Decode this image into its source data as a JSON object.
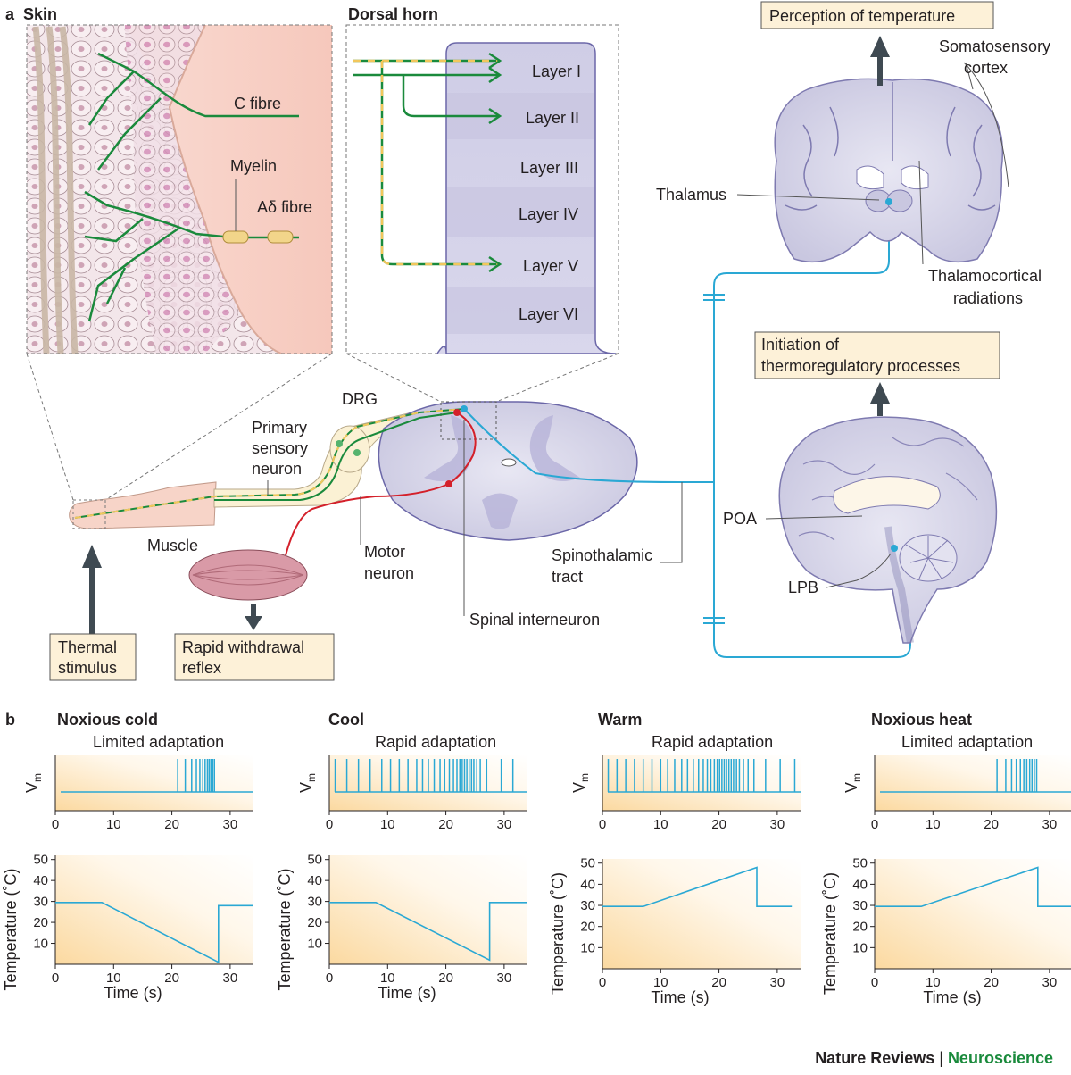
{
  "panel_a": {
    "letter": "a",
    "skin_title": "Skin",
    "dorsal_horn_title": "Dorsal horn",
    "c_fibre": "C fibre",
    "myelin": "Myelin",
    "adelta_fibre": "Aδ fibre",
    "layers": [
      "Layer I",
      "Layer II",
      "Layer III",
      "Layer IV",
      "Layer V",
      "Layer VI"
    ],
    "drg": "DRG",
    "primary_sensory_neuron": [
      "Primary",
      "sensory",
      "neuron"
    ],
    "muscle": "Muscle",
    "motor_neuron": [
      "Motor",
      "neuron"
    ],
    "spinal_interneuron": "Spinal interneuron",
    "spinothalamic_tract": [
      "Spinothalamic",
      "tract"
    ],
    "thermal_stimulus": [
      "Thermal",
      "stimulus"
    ],
    "withdrawal_reflex": [
      "Rapid withdrawal",
      "reflex"
    ],
    "perception": "Perception of temperature",
    "somatosensory_cortex": [
      "Somatosensory",
      "cortex"
    ],
    "thalamus": "Thalamus",
    "thalamocortical": [
      "Thalamocortical",
      "radiations"
    ],
    "initiation": [
      "Initiation of",
      "thermoregulatory processes"
    ],
    "poa": "POA",
    "lpb": "LPB",
    "colors": {
      "green": "#1a8a3c",
      "red": "#d4202a",
      "blue": "#2aa8d4",
      "yellow": "#f2c75c",
      "tissue": "#d6d4ea",
      "box": "#fdf1d8"
    }
  },
  "panel_b": {
    "letter": "b",
    "vm_label": "V",
    "vm_sub": "m",
    "temp_label": "Temperature (˚C)",
    "time_label": "Time (s)"
  },
  "chart_data": [
    {
      "type": "line",
      "title": "Noxious cold",
      "subtitle": "Limited adaptation",
      "xlabel": "Time (s)",
      "ylabel": "Temperature (˚C)",
      "xticks": [
        0,
        10,
        20,
        30
      ],
      "yticks": [
        10,
        20,
        30,
        40,
        50
      ],
      "xlim": [
        0,
        34
      ],
      "ylim": [
        0,
        52
      ],
      "x": [
        0,
        8,
        28,
        28,
        34
      ],
      "y": [
        29.5,
        29.5,
        1,
        28,
        28
      ],
      "spike_times": [
        21,
        22.3,
        23.4,
        24.2,
        24.8,
        25.3,
        25.7,
        26.1,
        26.4,
        26.7,
        27,
        27.3
      ]
    },
    {
      "type": "line",
      "title": "Cool",
      "subtitle": "Rapid adaptation",
      "xlabel": "Time (s)",
      "ylabel": "Temperature (˚C)",
      "xticks": [
        0,
        10,
        20,
        30
      ],
      "yticks": [
        10,
        20,
        30,
        40,
        50
      ],
      "xlim": [
        0,
        34
      ],
      "ylim": [
        0,
        52
      ],
      "x": [
        0,
        8,
        27.5,
        27.5,
        34
      ],
      "y": [
        29.5,
        29.5,
        2,
        29.5,
        29.5
      ],
      "spike_times": [
        1,
        3,
        5,
        7,
        9,
        10.5,
        12,
        13.5,
        15,
        16,
        17,
        18,
        19,
        19.8,
        20.6,
        21.3,
        21.9,
        22.4,
        22.8,
        23.2,
        23.6,
        24,
        24.4,
        24.8,
        25.3,
        25.9,
        27,
        29.5,
        31.5
      ]
    },
    {
      "type": "line",
      "title": "Warm",
      "subtitle": "Rapid adaptation",
      "xlabel": "Time (s)",
      "ylabel": "Temperature (˚C)",
      "xticks": [
        0,
        10,
        20,
        30
      ],
      "yticks": [
        10,
        20,
        30,
        40,
        50
      ],
      "xlim": [
        0,
        34
      ],
      "ylim": [
        0,
        52
      ],
      "x": [
        0,
        7,
        26.5,
        26.5,
        32.5
      ],
      "y": [
        29.5,
        29.5,
        48,
        29.5,
        29.5
      ],
      "spike_times": [
        1,
        2.5,
        4,
        5.5,
        7,
        8.5,
        10,
        11.2,
        12.4,
        13.6,
        14.6,
        15.6,
        16.5,
        17.3,
        18,
        18.6,
        19.2,
        19.7,
        20.1,
        20.5,
        20.9,
        21.3,
        21.7,
        22.1,
        22.5,
        23,
        23.5,
        24.2,
        25,
        26,
        28,
        30.5,
        33
      ]
    },
    {
      "type": "line",
      "title": "Noxious heat",
      "subtitle": "Limited adaptation",
      "xlabel": "Time (s)",
      "ylabel": "Temperature (˚C)",
      "xticks": [
        0,
        10,
        20,
        30
      ],
      "yticks": [
        10,
        20,
        30,
        40,
        50
      ],
      "xlim": [
        0,
        34
      ],
      "ylim": [
        0,
        52
      ],
      "x": [
        0,
        8,
        28,
        28,
        34
      ],
      "y": [
        29.5,
        29.5,
        48,
        29.5,
        29.5
      ],
      "spike_times": [
        21,
        22.5,
        23.5,
        24.3,
        25,
        25.6,
        26.1,
        26.6,
        27,
        27.4,
        27.8
      ]
    }
  ],
  "footer": {
    "journal": "Nature Reviews",
    "separator": " | ",
    "field": "Neuroscience"
  }
}
